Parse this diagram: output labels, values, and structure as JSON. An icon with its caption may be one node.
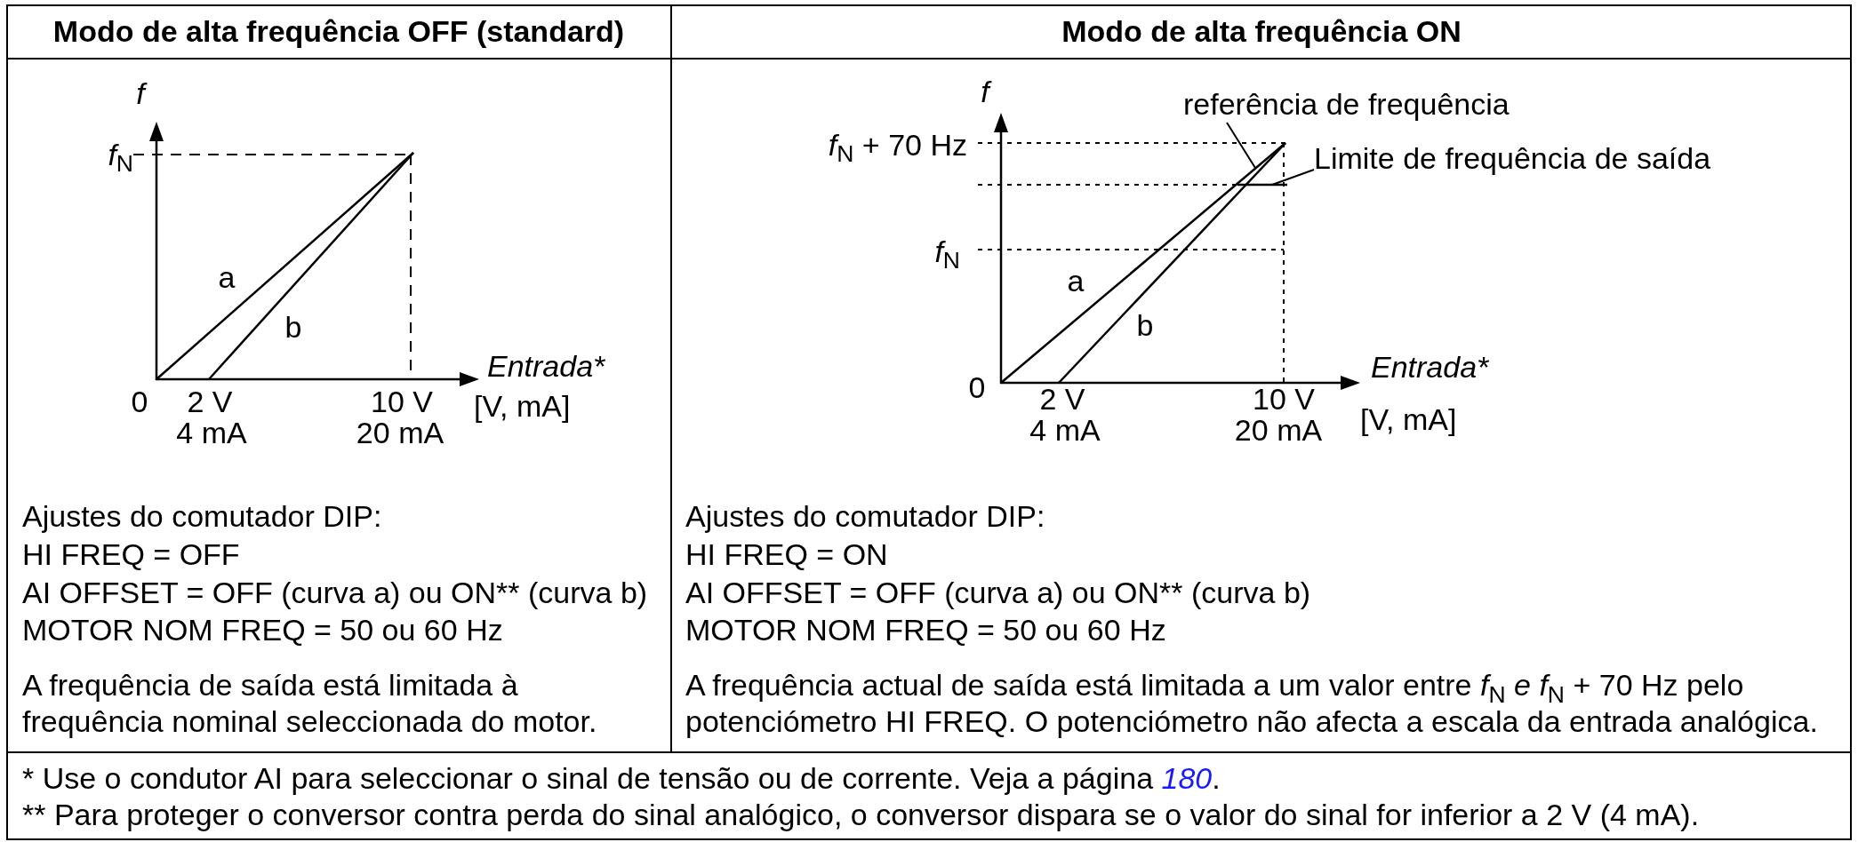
{
  "diagram": {
    "nodes": [
      {
        "text": [
          "referência de frequência"
        ]
      },
      {
        "text": [
          "Limite de frequência de saída"
        ]
      }
    ],
    "edges": [
      {
        "from": 0,
        "to": null,
        "arrow": "none"
      },
      {
        "from": 1,
        "to": null,
        "arrow": "none"
      }
    ],
    "labels": [
      "Modo de alta frequência OFF (standard)",
      "Modo de alta frequência ON",
      "f",
      "*f*$_{N}$",
      "a",
      "b",
      "Entrada*",
      "0",
      "2 V",
      "10 V",
      "[V, mA]",
      "4 mA",
      "20 mA",
      "f",
      "*f*$_{N}$ + 70 Hz",
      "*f*$_{N}$",
      "a",
      "b",
      "Entrada*",
      "0",
      "2 V",
      "10 V",
      "4 mA",
      "20 mA",
      "[V, mA]",
      "Ajustes do comutador DIP:",
      "HI FREQ = OFF",
      "AI OFFSET = OFF (curva a) ou ON** (curva b)",
      "MOTOR NOM FREQ = 50 ou 60 Hz",
      "A frequência de saída está limitada à frequência nominal seleccionada do motor.",
      "Ajustes do comutador DIP:",
      "HI FREQ = ON",
      "AI OFFSET = OFF (curva a) ou ON** (curva b)",
      "MOTOR NOM FREQ = 50 ou 60 Hz",
      "A frequência actual de saída está limitada a um valor entre *f*$_{N}$ *e f*$_{N}$ + 70 Hz pelo potenciómetro HI FREQ. O potenciómetro não afecta a escala da entrada analógica.",
      "* Use o condutor AI para seleccionar o sinal de tensão ou de corrente. Veja a página *180*.",
      "** Para proteger o conversor contra perda do sinal analógico, o conversor dispara se o valor do sinal for inferior a 2 V (4 mA)."
    ]
  }
}
